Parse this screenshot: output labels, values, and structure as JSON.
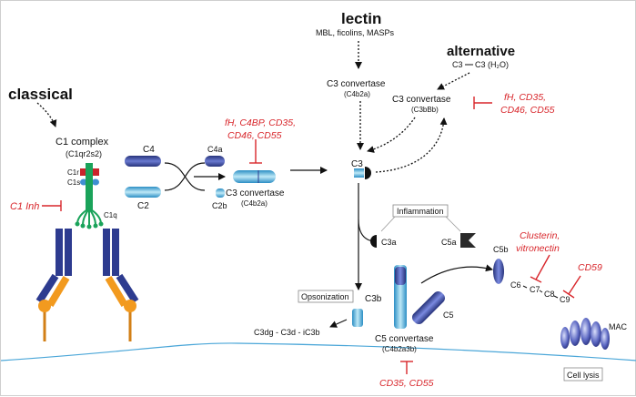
{
  "pathways": {
    "lectin": "lectin",
    "lectin_sub": "MBL, ficolins, MASPs",
    "alternative": "alternative",
    "alt_reaction_left": "C3",
    "alt_reaction_right": "C3 (H₂O)",
    "classical": "classical"
  },
  "labels": {
    "c1_complex": "C1 complex",
    "c1_sub": "(C1qr2s2)",
    "c1r": "C1r",
    "c1s": "C1s",
    "c1q": "C1q",
    "c4": "C4",
    "c4a": "C4a",
    "c2": "C2",
    "c2b": "C2b",
    "c3conv_class": "C3 convertase",
    "c3conv_class_sub": "(C4b2a)",
    "c3conv_lectin": "C3 convertase",
    "c3conv_lectin_sub": "(C4b2a)",
    "c3conv_alt": "C3 convertase",
    "c3conv_alt_sub": "(C3bBb)",
    "c3": "C3",
    "inflammation": "Inflammation",
    "c3a": "C3a",
    "c5a": "C5a",
    "c5b": "C5b",
    "c6": "C6",
    "c7": "C7",
    "c8": "C8",
    "c9": "C9",
    "c5": "C5",
    "mac": "MAC",
    "opsonization": "Opsonization",
    "c3b": "C3b",
    "c3dg": "C3dg - C3d - iC3b",
    "c5conv": "C5 convertase",
    "c5conv_sub": "(C4b2a3b)",
    "cell_lysis": "Cell lysis"
  },
  "inhibitors": {
    "c1inh": "C1 Inh",
    "classical_1": "fH, C4BP, CD35,",
    "classical_2": "CD46, CD55",
    "alt_1": "fH, CD35,",
    "alt_2": "CD46, CD55",
    "clusterin_1": "Clusterin,",
    "clusterin_2": "vitronectin",
    "cd59": "CD59",
    "c5conv_inh": "CD35, CD55"
  },
  "colors": {
    "inhibitor_red": "#d8262b",
    "protein_blue": "#2d3b8f",
    "light_blue": "#5ec1e3",
    "antibody_orange": "#f29a1f",
    "c1q_green": "#1aa35a",
    "membrane": "#4aa6d8"
  }
}
